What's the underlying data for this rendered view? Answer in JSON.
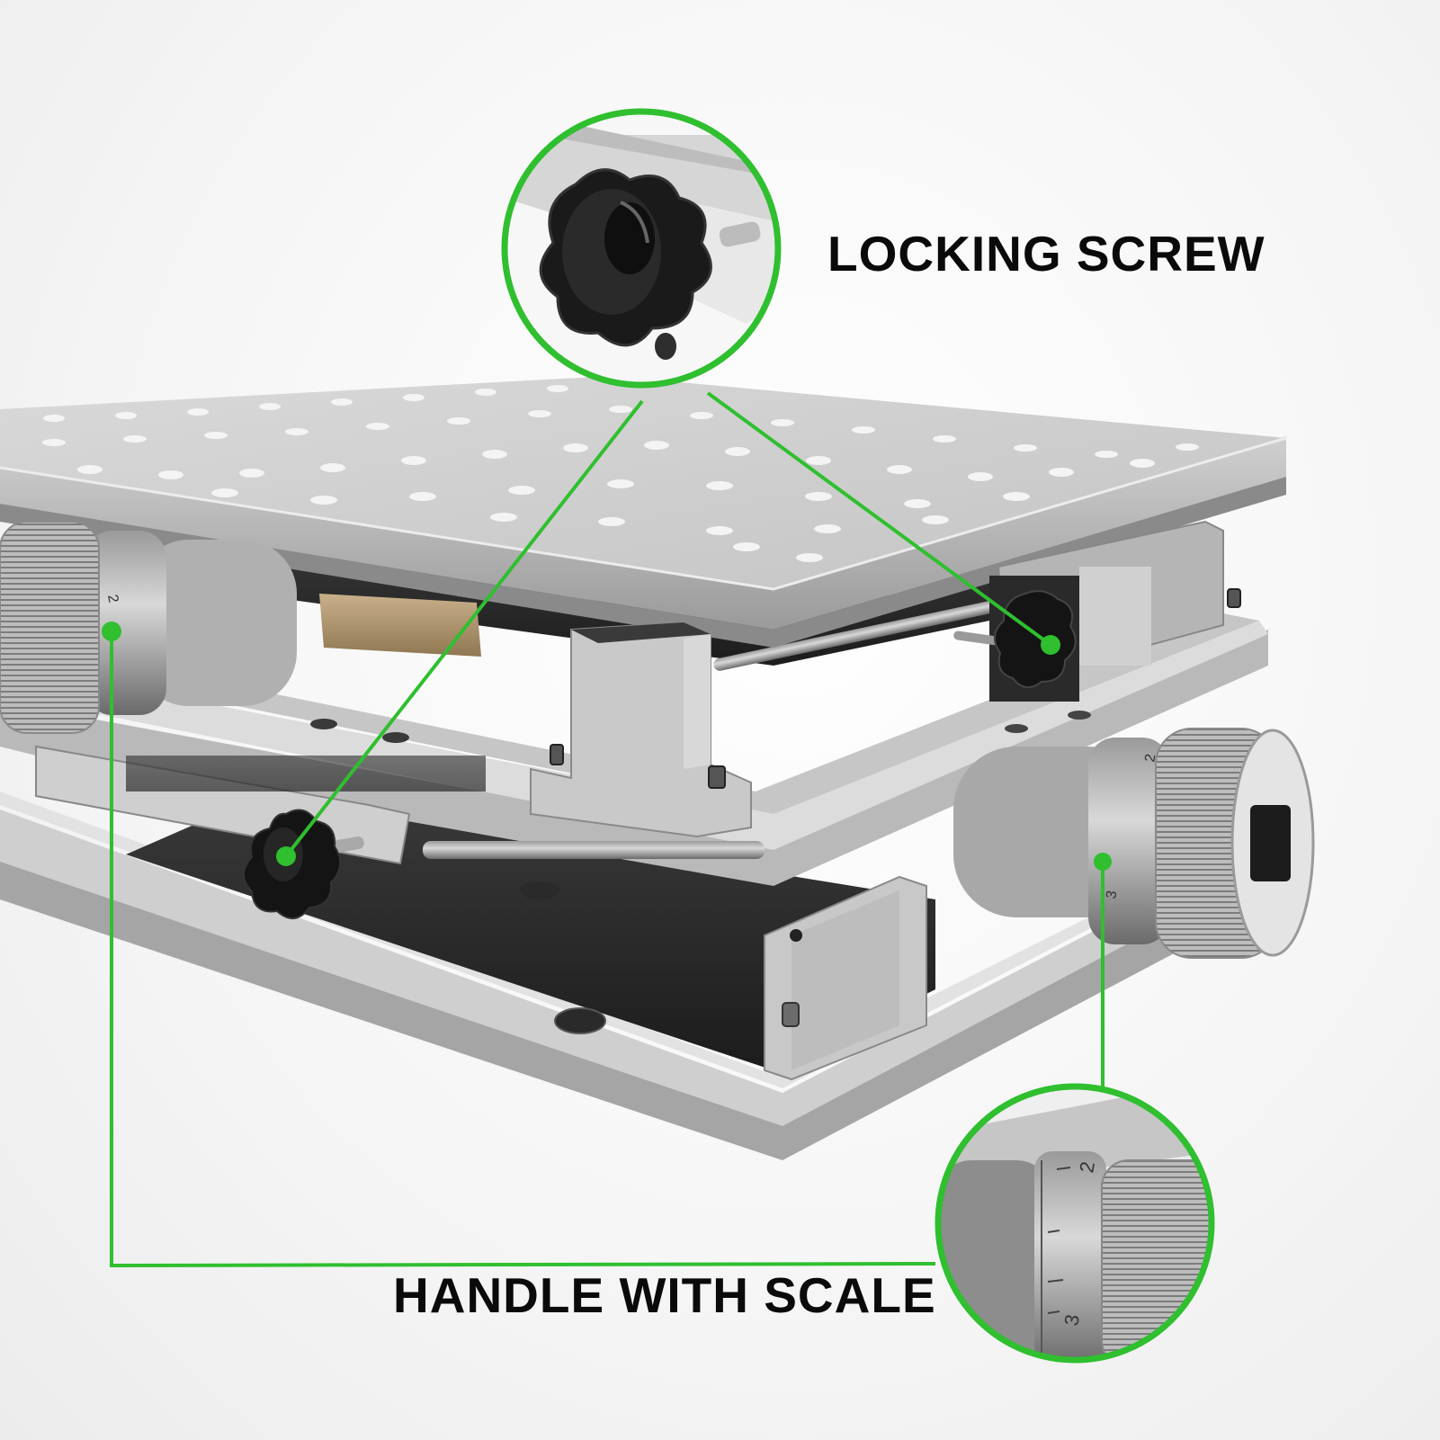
{
  "image": {
    "subject": "XY stage table with perforated aluminum plates",
    "background_color": "#f4f4f4",
    "accent_color": "#2fbf2f"
  },
  "callouts": [
    {
      "id": "locking-screw",
      "label": "LOCKING SCREW",
      "inset_content": "black star knob locking screw close-up",
      "points": 2
    },
    {
      "id": "handle-with-scale",
      "label": "HANDLE WITH SCALE",
      "inset_content": "knurled micrometer handle with scale close-up",
      "scale_marks": [
        "2",
        "3"
      ],
      "points": 2
    }
  ],
  "product": {
    "handle_scale_numbers": [
      "2",
      "3"
    ]
  }
}
